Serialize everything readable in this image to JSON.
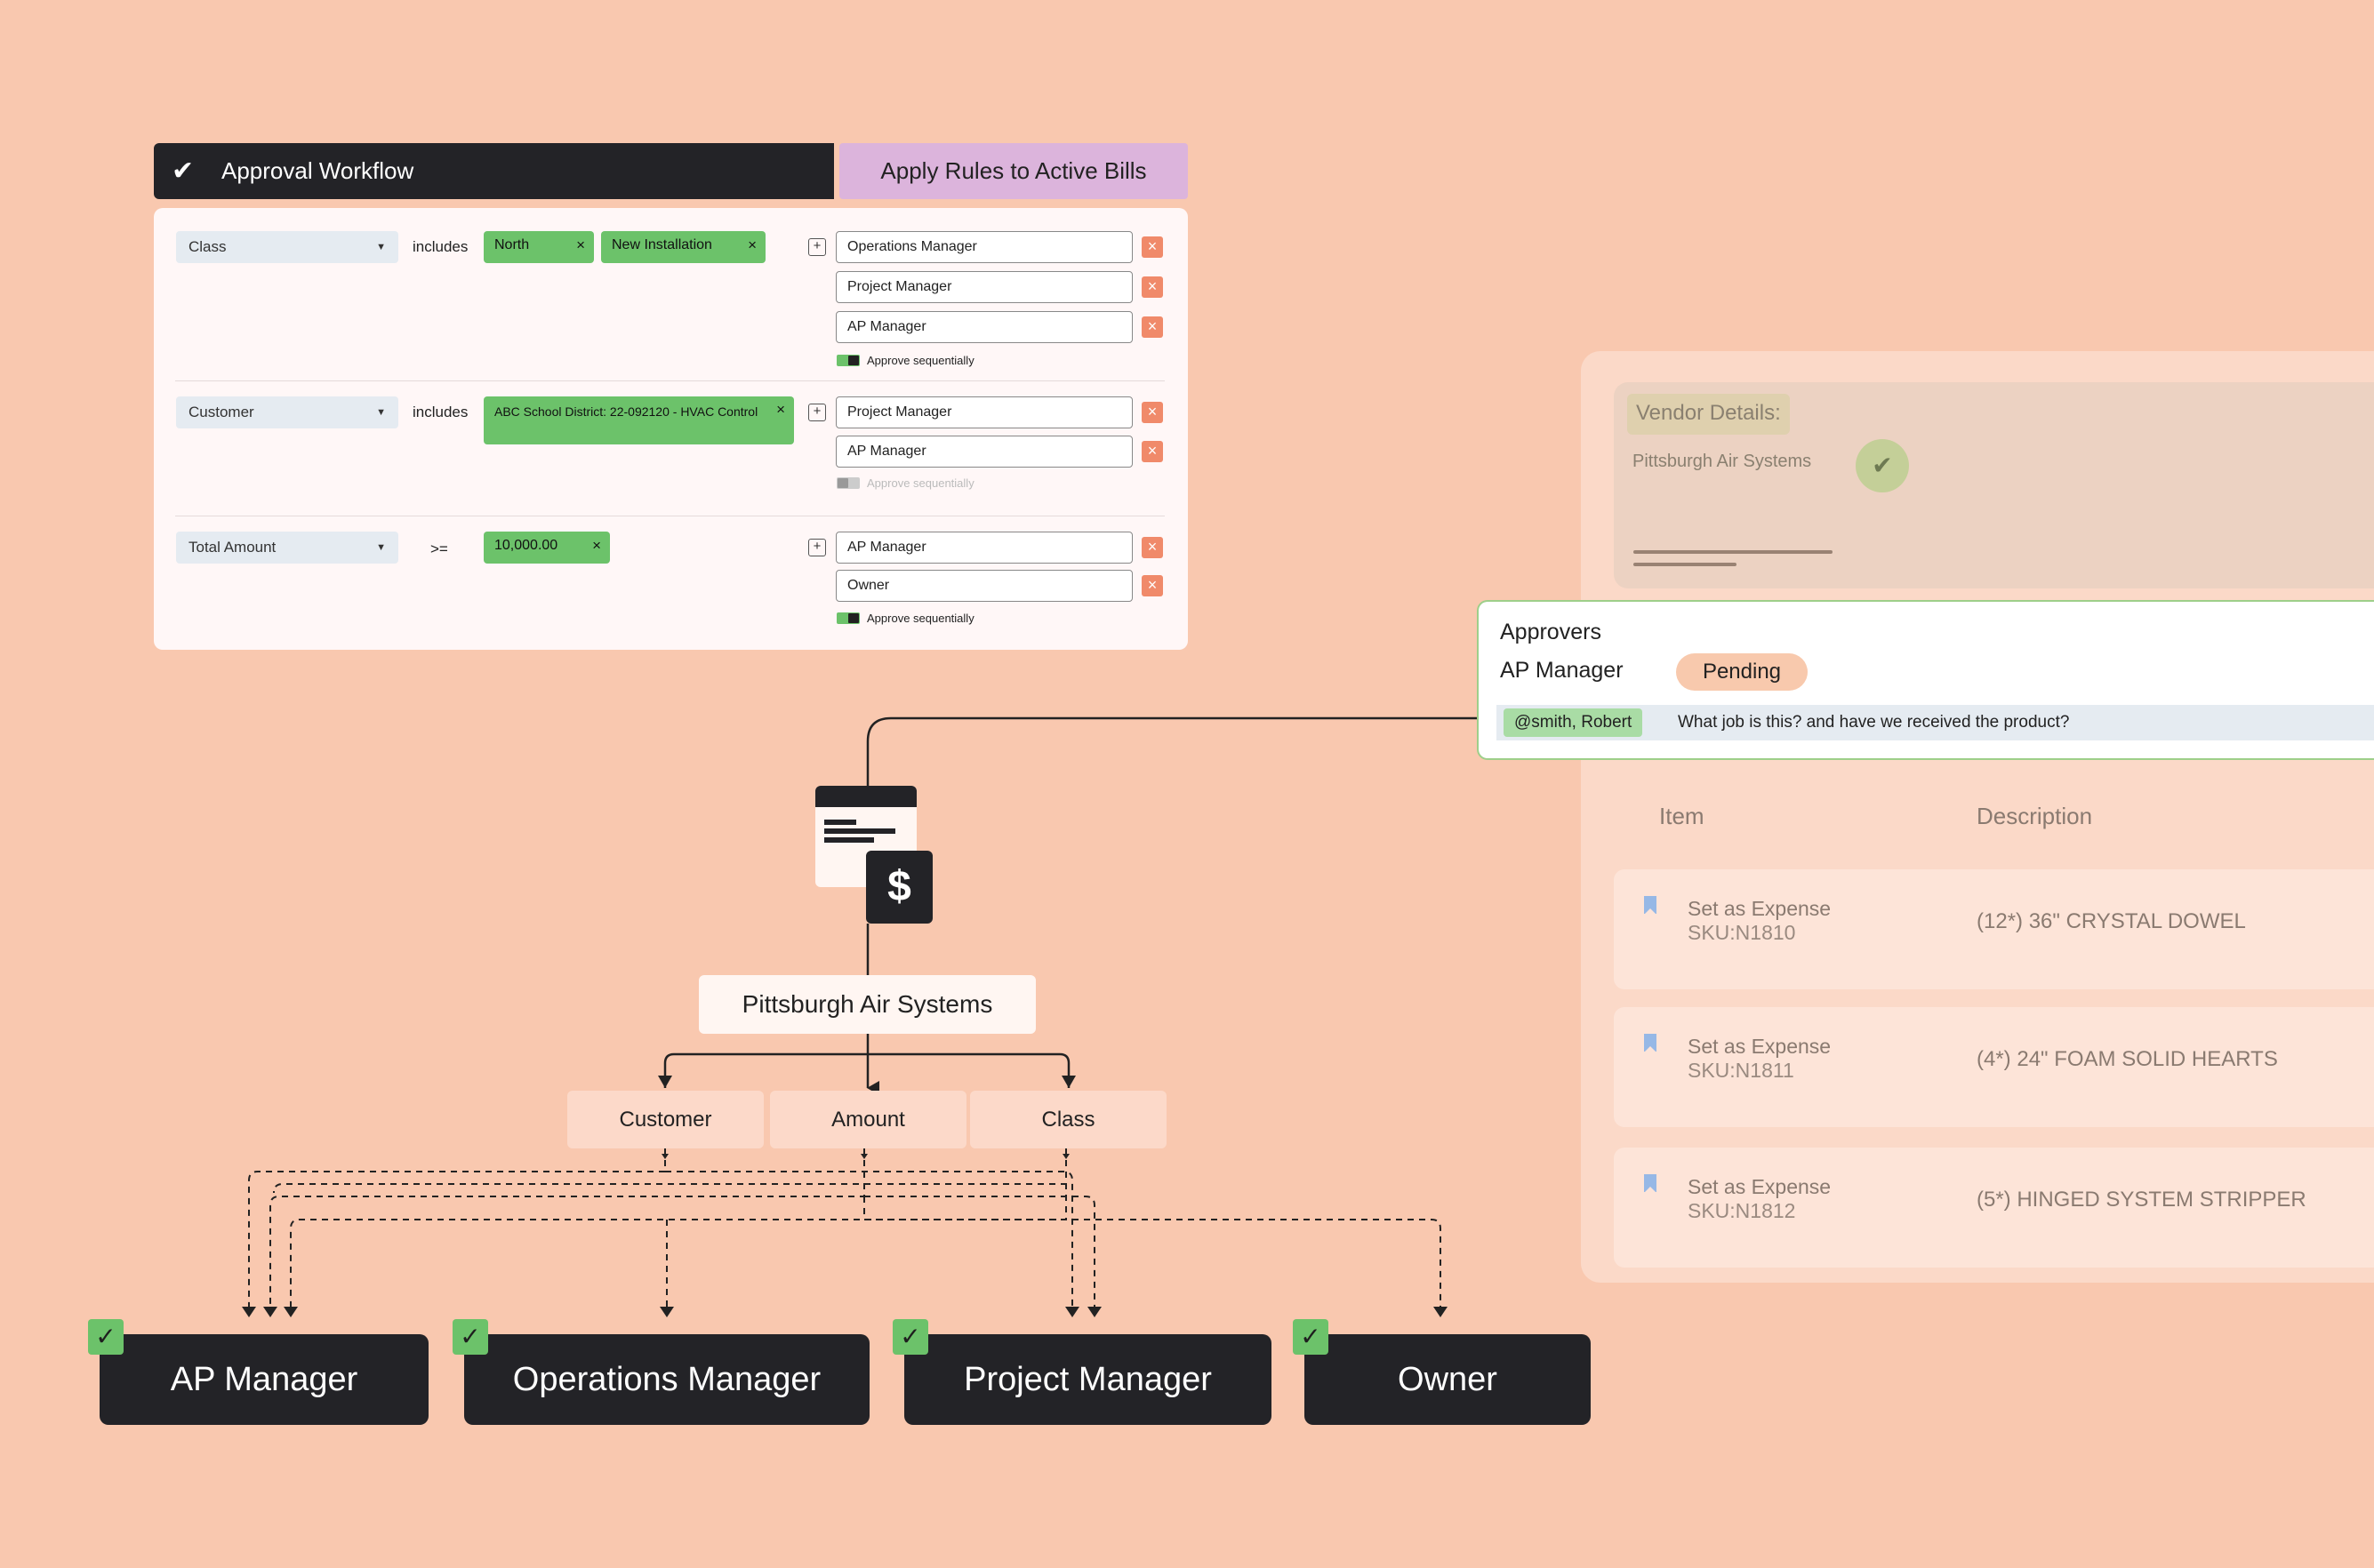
{
  "workflow": {
    "title": "Approval Workflow",
    "apply_button": "Apply Rules to Active Bills",
    "rules": [
      {
        "field": "Class",
        "operator": "includes",
        "values": [
          "North",
          "New Installation"
        ],
        "approvers": [
          "Operations Manager",
          "Project Manager",
          "AP Manager"
        ],
        "sequential_label": "Approve sequentially",
        "sequential": true
      },
      {
        "field": "Customer",
        "operator": "includes",
        "values": [
          "ABC School District: 22-092120 - HVAC Control"
        ],
        "approvers": [
          "Project Manager",
          "AP Manager"
        ],
        "sequential_label": "Approve sequentially",
        "sequential": false
      },
      {
        "field": "Total Amount",
        "operator": ">=",
        "values": [
          "10,000.00"
        ],
        "approvers": [
          "AP Manager",
          "Owner"
        ],
        "sequential_label": "Approve sequentially",
        "sequential": true
      }
    ]
  },
  "vendor_panel": {
    "title": "Vendor Details:",
    "vendor_name": "Pittsburgh Air Systems",
    "approvers_box": {
      "title": "Approvers",
      "role": "AP Manager",
      "status": "Pending",
      "mention": "@smith, Robert",
      "comment": "What job is this? and have we received the product?"
    },
    "table": {
      "headers": [
        "Item",
        "Description"
      ],
      "rows": [
        {
          "item": "Set as Expense",
          "sku": "SKU:N1810",
          "description": "(12*) 36\" CRYSTAL DOWEL"
        },
        {
          "item": "Set as Expense",
          "sku": "SKU:N1811",
          "description": "(4*) 24\" FOAM SOLID HEARTS"
        },
        {
          "item": "Set as Expense",
          "sku": "SKU:N1812",
          "description": "(5*) HINGED SYSTEM STRIPPER"
        }
      ]
    }
  },
  "flow": {
    "vendor": "Pittsburgh Air Systems",
    "bill_symbol": "$",
    "categories": [
      "Customer",
      "Amount",
      "Class"
    ],
    "roles": [
      "AP Manager",
      "Operations Manager",
      "Project Manager",
      "Owner"
    ]
  },
  "colors": {
    "background": "#f9c8af",
    "dark": "#232327",
    "green": "#6cc26a",
    "apply": "#dcb4dc",
    "remove": "#f08a6a"
  },
  "icons": {
    "header_check": "check-icon",
    "remove": "close-icon",
    "add": "plus-icon",
    "bookmark": "bookmark-icon",
    "verified": "verified-badge-icon",
    "bill": "bill-icon"
  }
}
